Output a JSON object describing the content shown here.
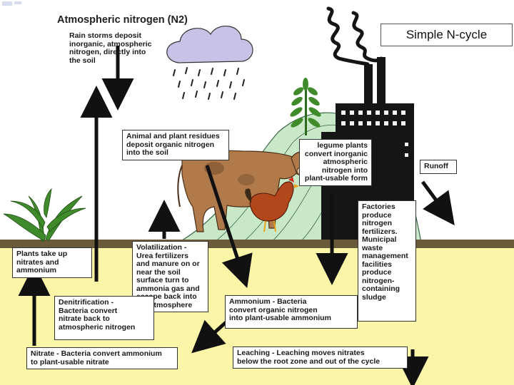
{
  "slide_title": "Simple N-cycle",
  "diagram_title": "Atmospheric nitrogen (N2)",
  "labels": {
    "rain": "Rain storms deposit\ninorganic, atmospheric\nnitrogen, directly into\nthe soil",
    "residues": "Animal and plant residues\ndeposit organic nitrogen\ninto the soil",
    "legume": "legume plants\nconvert inorganic\natmospheric\nnitrogen into\nplant-usable form",
    "runoff": "Runoff",
    "factories": "Factories\nproduce\nnitrogen\nfertilizers.\nMunicipal\nwaste\nmanagement\nfacilities\nproduce\nnitrogen-\ncontaining\nsludge",
    "plants_uptake": "Plants take up\nnitrates and\nammonium",
    "volatilization": "Volatilization -\nUrea fertilizers\nand manure on or\nnear the soil\nsurface turn to\nammonia gas and\nescape back into\nthe atmosphere",
    "denitrification": "Denitrification -\nBacteria convert\nnitrate back to\natmospheric nitrogen",
    "ammonium": "Ammonium - Bacteria\nconvert organic nitrogen\ninto plant-usable ammonium",
    "nitrate": "Nitrate - Bacteria convert ammonium\nto plant-usable nitrate",
    "leaching": "Leaching - Leaching moves nitrates\nbelow the root zone and out of the cycle"
  },
  "colors": {
    "soil_top": "#6b5a3a",
    "soil": "#fbf5a8",
    "hill": "#c8e8c8",
    "hill_lines": "#3a6a4a",
    "cloud": "#c7c2e6",
    "cow": "#b07a4a",
    "chicken": "#b3471c",
    "plant": "#3f8a2a",
    "factory": "#151515",
    "arrow": "#111111"
  }
}
